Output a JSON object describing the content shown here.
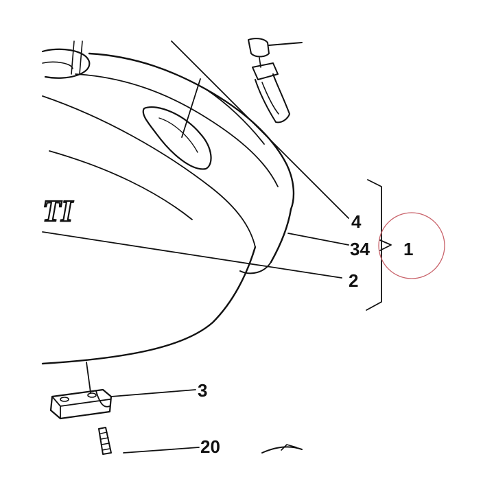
{
  "diagram": {
    "colors": {
      "line": "#111111",
      "highlight_circle": "#c9636b",
      "background": "#ffffff"
    },
    "callouts": {
      "c4": "4",
      "c34": "34",
      "c2": "2",
      "c1": "1",
      "c3": "3",
      "c20": "20"
    },
    "tank_lettering": "TI"
  }
}
